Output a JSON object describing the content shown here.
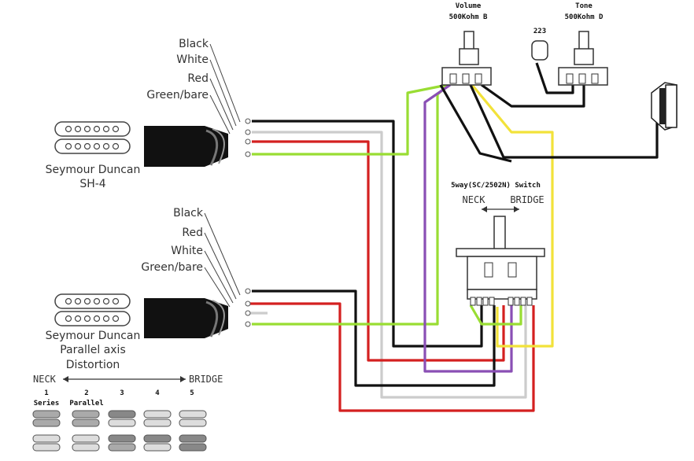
{
  "pickup_neck": {
    "brand": "Seymour Duncan",
    "model": "SH-4",
    "wire_labels": [
      "Black",
      "White",
      "Red",
      "Green/bare"
    ]
  },
  "pickup_bridge": {
    "brand": "Seymour Duncan",
    "model_line1": "Parallel axis",
    "model_line2": "Distortion",
    "wire_labels": [
      "Black",
      "Red",
      "White",
      "Green/bare"
    ]
  },
  "volume_pot": {
    "line1": "Volume",
    "line2": "500Kohm B"
  },
  "tone_pot": {
    "line1": "Tone",
    "line2": "500Kohm D"
  },
  "capacitor": {
    "label": "223"
  },
  "switch": {
    "title": "5way(SC/2502N) Switch",
    "left": "NECK",
    "right": "BRIDGE"
  },
  "positions_legend": {
    "left": "NECK",
    "right": "BRIDGE",
    "positions": [
      {
        "number": "1",
        "label": "Series"
      },
      {
        "number": "2",
        "label": "Parallel"
      },
      {
        "number": "3",
        "label": ""
      },
      {
        "number": "4",
        "label": ""
      },
      {
        "number": "5",
        "label": ""
      }
    ]
  },
  "colors": {
    "black": "#111111",
    "white_wire": "#cccccc",
    "red": "#d42020",
    "green": "#99dd33",
    "purple": "#8a4fb5",
    "yellow": "#f2e23a",
    "cable": "#111111"
  }
}
